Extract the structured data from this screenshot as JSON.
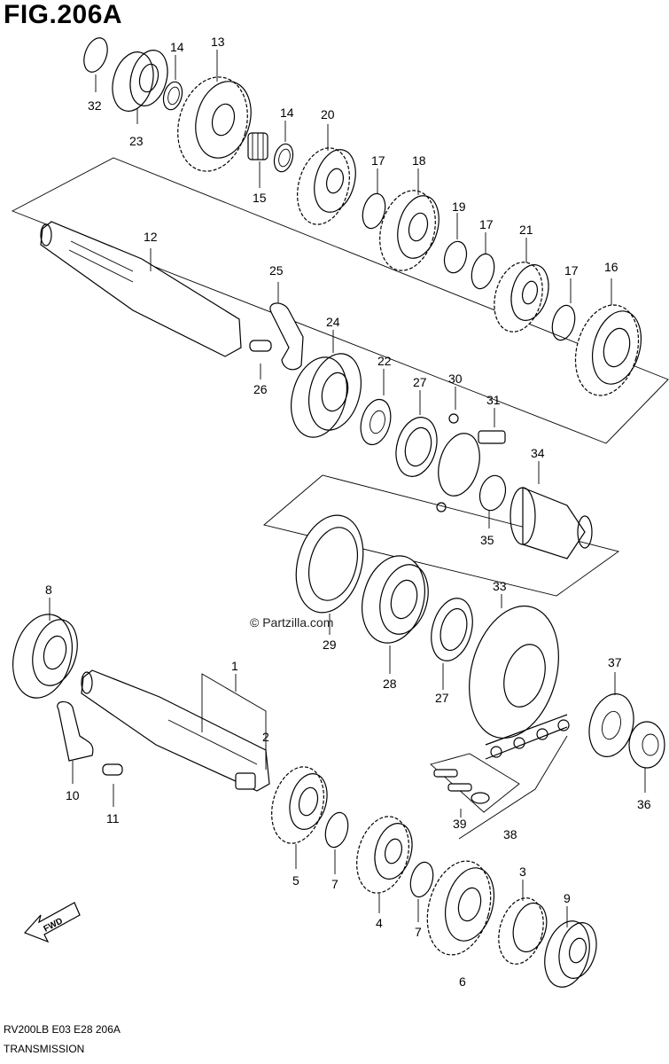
{
  "figure": {
    "title": "FIG.206A",
    "footer_code": "RV200LB  E03  E28  206A",
    "footer_name": "TRANSMISSION",
    "watermark_symbol": "©",
    "watermark_text": "Partzilla.com",
    "fwd_label": "FWD"
  },
  "callouts": {
    "c1": "1",
    "c2": "2",
    "c3": "3",
    "c4": "4",
    "c5": "5",
    "c6": "6",
    "c7a": "7",
    "c7b": "7",
    "c8": "8",
    "c9": "9",
    "c10": "10",
    "c11": "11",
    "c12": "12",
    "c13": "13",
    "c14a": "14",
    "c14b": "14",
    "c15": "15",
    "c16": "16",
    "c17a": "17",
    "c17b": "17",
    "c17c": "17",
    "c18": "18",
    "c19": "19",
    "c20": "20",
    "c21": "21",
    "c22": "22",
    "c23": "23",
    "c24": "24",
    "c25": "25",
    "c26": "26",
    "c27a": "27",
    "c27b": "27",
    "c28": "28",
    "c29": "29",
    "c30": "30",
    "c31": "31",
    "c32": "32",
    "c33": "33",
    "c34": "34",
    "c35": "35",
    "c36": "36",
    "c37": "37",
    "c38": "38",
    "c39": "39"
  }
}
